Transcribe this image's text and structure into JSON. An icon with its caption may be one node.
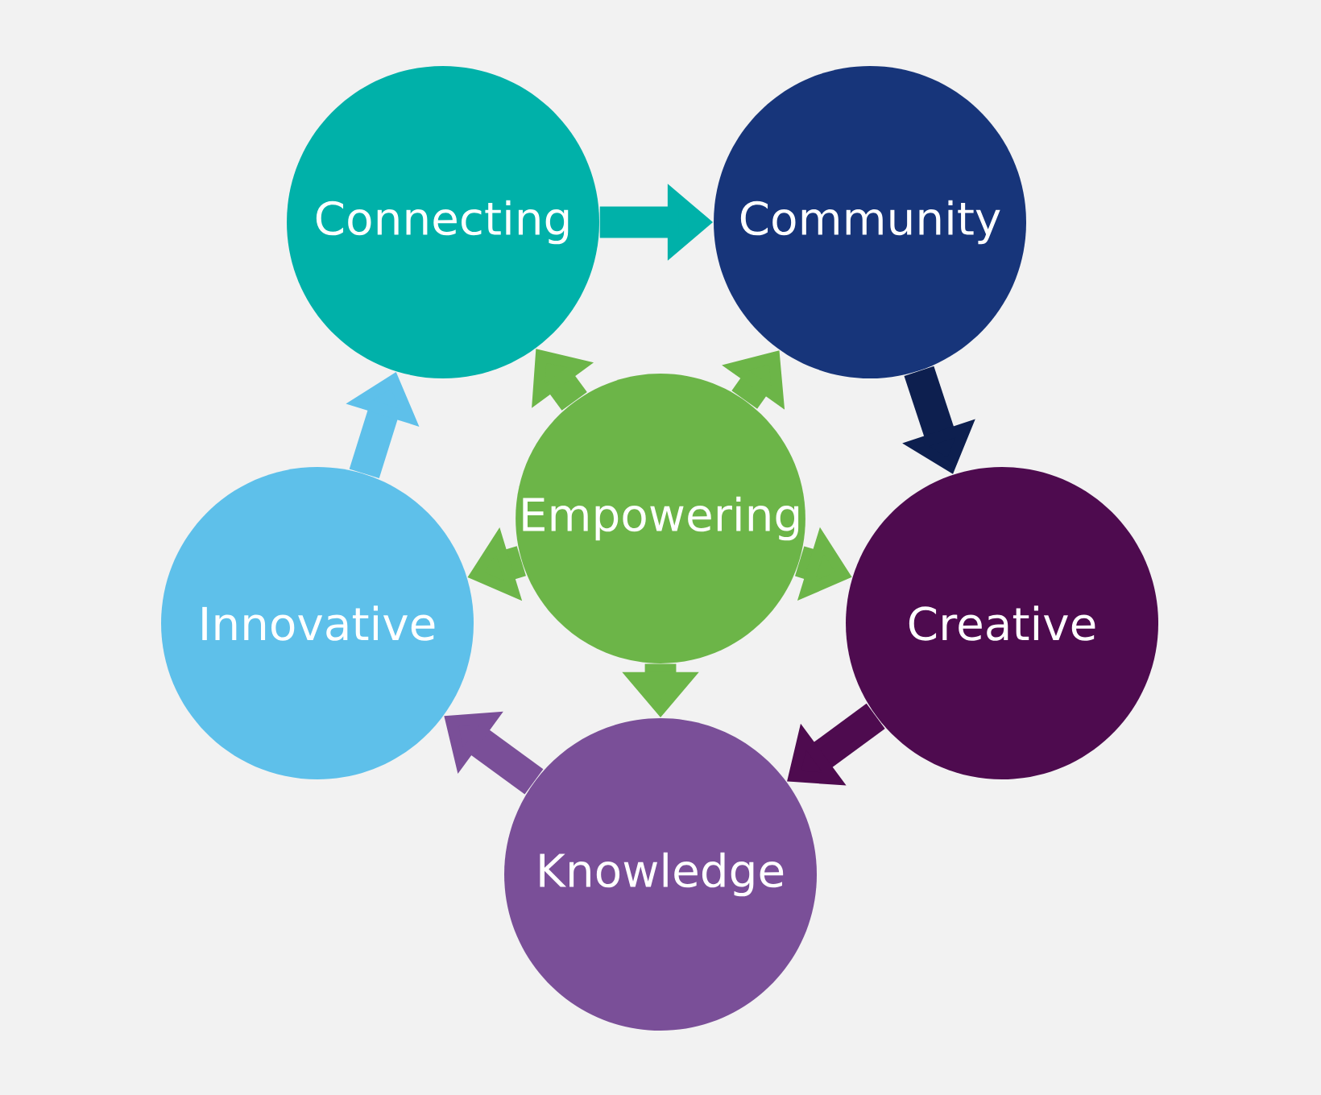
{
  "diagram": {
    "nodes": [
      {
        "text": [
          "Connecting"
        ]
      },
      {
        "text": [
          "Community"
        ]
      },
      {
        "text": [
          "Creative"
        ]
      },
      {
        "text": [
          "Knowledge"
        ]
      },
      {
        "text": [
          "Innovative"
        ]
      },
      {
        "text": [
          "Empowering"
        ]
      }
    ],
    "edges": [
      {
        "from": 0,
        "to": 1,
        "arrow": "to",
        "color": "#00b1a9"
      },
      {
        "from": 1,
        "to": 2,
        "arrow": "to",
        "color": "#0d1f4f"
      },
      {
        "from": 2,
        "to": 3,
        "arrow": "to",
        "color": "#4e0b4f"
      },
      {
        "from": 3,
        "to": 4,
        "arrow": "to",
        "color": "#7a4f98"
      },
      {
        "from": 4,
        "to": 0,
        "arrow": "to",
        "color": "#5ec0ea"
      },
      {
        "from": 5,
        "to": 0,
        "arrow": "to"
      },
      {
        "from": 5,
        "to": 1,
        "arrow": "to"
      },
      {
        "from": 5,
        "to": 2,
        "arrow": "to"
      },
      {
        "from": 5,
        "to": 3,
        "arrow": "to"
      },
      {
        "from": 5,
        "to": 4,
        "arrow": "to"
      }
    ]
  }
}
